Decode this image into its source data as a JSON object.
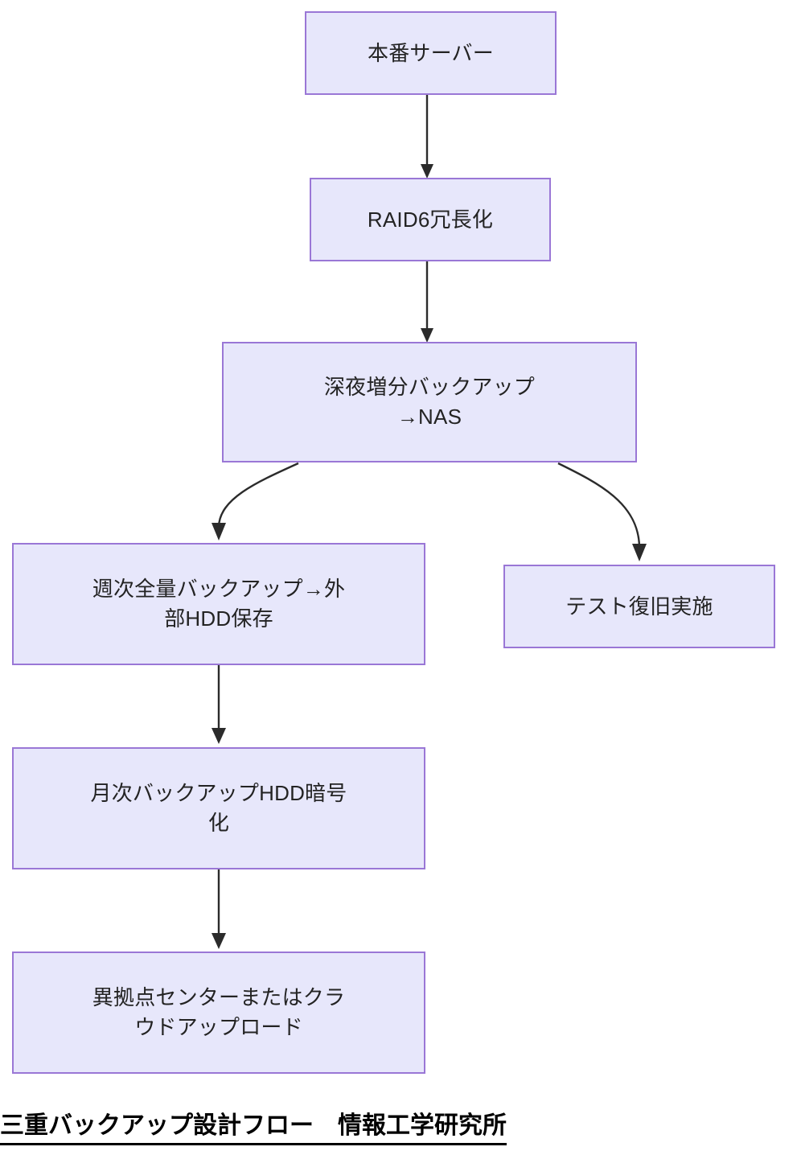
{
  "diagram": {
    "caption": "三重バックアップ設計フロー　情報工学研究所",
    "node_fill_color": "#e7e7fb",
    "node_border_color": "#9a77d6",
    "edge_color": "#2b2b2b",
    "text_color": "#232323",
    "nodes": [
      {
        "id": "prod",
        "label": "本番サーバー"
      },
      {
        "id": "raid",
        "label": "RAID6冗長化"
      },
      {
        "id": "nightly",
        "label": "深夜増分バックアップ\n→NAS"
      },
      {
        "id": "weekly",
        "label": "週次全量バックアップ→外\n部HDD保存"
      },
      {
        "id": "testrestore",
        "label": "テスト復旧実施"
      },
      {
        "id": "monthly",
        "label": "月次バックアップHDD暗号\n化"
      },
      {
        "id": "offsite",
        "label": "異拠点センターまたはクラ\nウドアップロード"
      }
    ],
    "edges": [
      {
        "from": "prod",
        "to": "raid",
        "style": "straight"
      },
      {
        "from": "raid",
        "to": "nightly",
        "style": "straight"
      },
      {
        "from": "nightly",
        "to": "weekly",
        "style": "curved"
      },
      {
        "from": "nightly",
        "to": "testrestore",
        "style": "curved"
      },
      {
        "from": "weekly",
        "to": "monthly",
        "style": "straight"
      },
      {
        "from": "monthly",
        "to": "offsite",
        "style": "straight"
      }
    ]
  }
}
